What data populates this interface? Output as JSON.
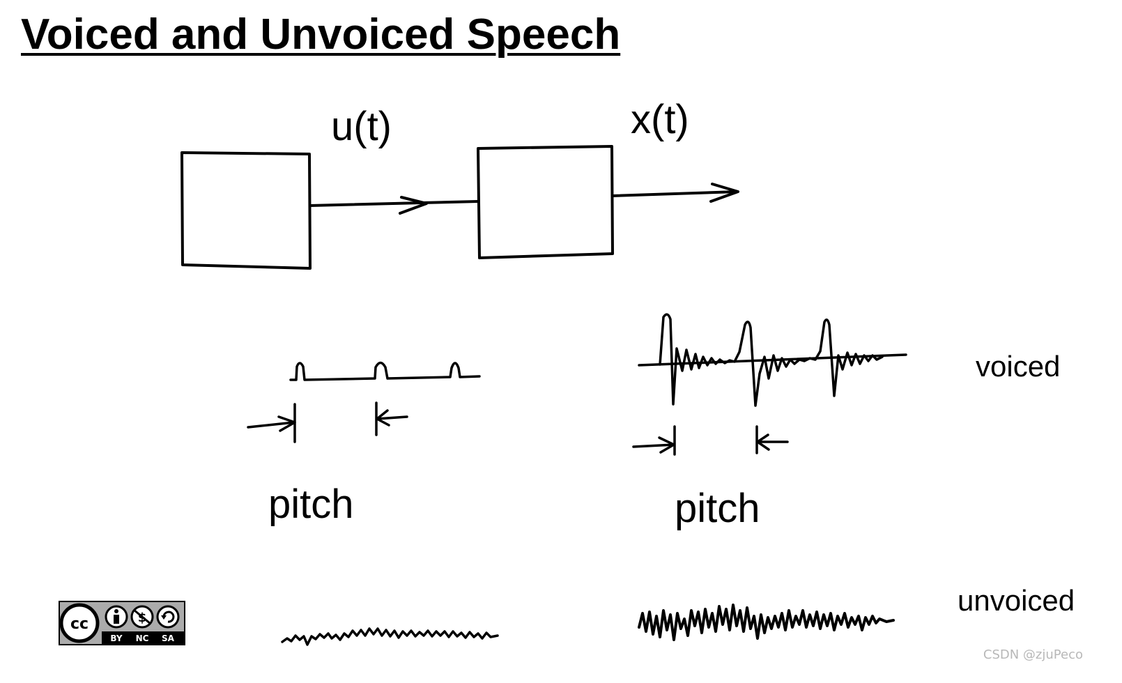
{
  "header": {
    "title": "Voiced and Unvoiced Speech"
  },
  "diagram": {
    "signal_labels": {
      "input": "u(t)",
      "output": "x(t)"
    },
    "pitch_labels": {
      "left": "pitch",
      "right": "pitch"
    },
    "row_labels": {
      "voiced": "voiced",
      "unvoiced": "unvoiced"
    }
  },
  "license_badge": {
    "icon": "cc-by-nc-sa-icon",
    "terms": [
      "BY",
      "NC",
      "SA"
    ]
  },
  "footer": {
    "watermark": "CSDN @zjuPeco"
  },
  "colors": {
    "ink": "#000000",
    "watermark": "#b8b8b8",
    "badge_bg": "#ababab"
  }
}
